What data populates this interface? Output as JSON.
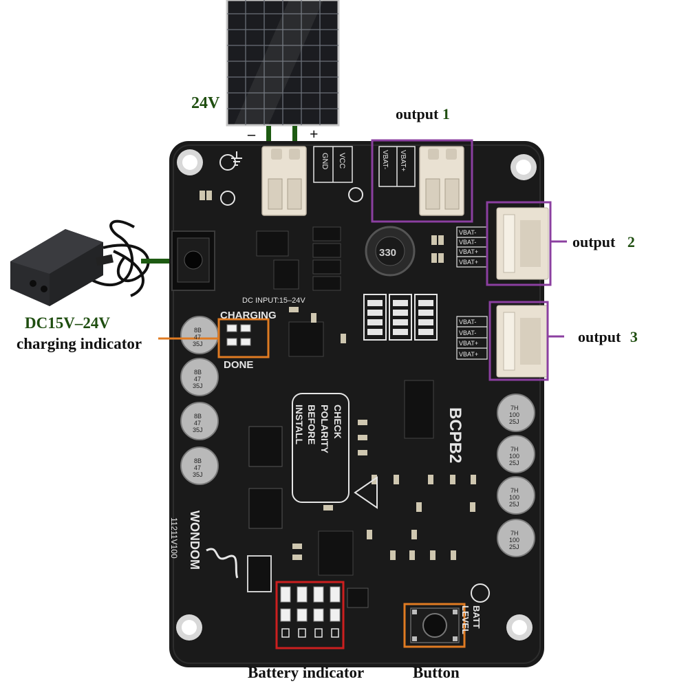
{
  "labels": {
    "solar_voltage": "24V",
    "solar_minus": "–",
    "solar_plus": "+",
    "output1_text": "output",
    "output1_num": "1",
    "output2_text": "output",
    "output2_num": "2",
    "output3_text": "output",
    "output3_num": "3",
    "adapter_voltage": "DC15V–24V",
    "charging_indicator": "charging indicator",
    "battery_indicator": "Battery indicator",
    "button": "Button"
  },
  "board": {
    "model": "BCPB2",
    "brand": "WONDOM",
    "part_number": "11211V100",
    "dc_input": "DC INPUT:15–24V",
    "charging": "CHARGING",
    "done": "DONE",
    "warning_lines": [
      "CHECK",
      "POLARITY",
      "BEFORE",
      "INSTALL"
    ],
    "gnd": "GND",
    "vcc": "VCC",
    "vbat_plus": "VBAT+",
    "vbat_minus": "VBAT-",
    "batt": "BATT",
    "level": "LEVEL",
    "inductor": "330",
    "cap_left": [
      "8B",
      "47",
      "35J"
    ],
    "cap_right": [
      "7H",
      "100",
      "25J"
    ]
  },
  "colors": {
    "board": "#1a1a1a",
    "silk": "#e6e6e6",
    "output_box": "#8b3fa0",
    "orange_box": "#e07b22",
    "red_box": "#cc1f1f",
    "green_label": "#1f4e10",
    "connector": "#e9e1d2"
  }
}
